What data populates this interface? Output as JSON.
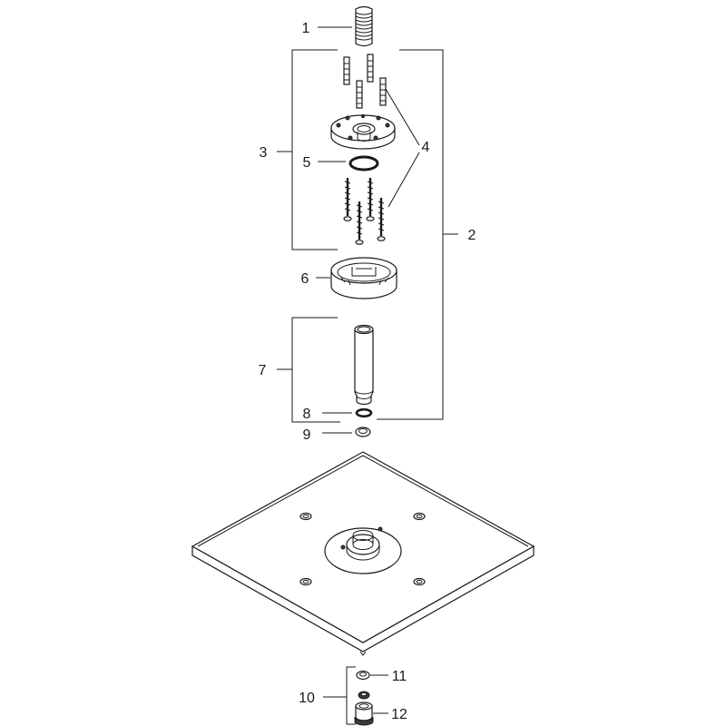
{
  "callouts": [
    {
      "id": "1",
      "text": "1"
    },
    {
      "id": "2",
      "text": "2"
    },
    {
      "id": "3",
      "text": "3"
    },
    {
      "id": "4",
      "text": "4"
    },
    {
      "id": "5",
      "text": "5"
    },
    {
      "id": "6",
      "text": "6"
    },
    {
      "id": "7",
      "text": "7"
    },
    {
      "id": "8",
      "text": "8"
    },
    {
      "id": "9",
      "text": "9"
    },
    {
      "id": "10",
      "text": "10"
    },
    {
      "id": "11",
      "text": "11"
    },
    {
      "id": "12",
      "text": "12"
    }
  ],
  "colors": {
    "line": "#1a1a1a",
    "background": "#ffffff",
    "fill_dark": "#3a3a3a"
  }
}
